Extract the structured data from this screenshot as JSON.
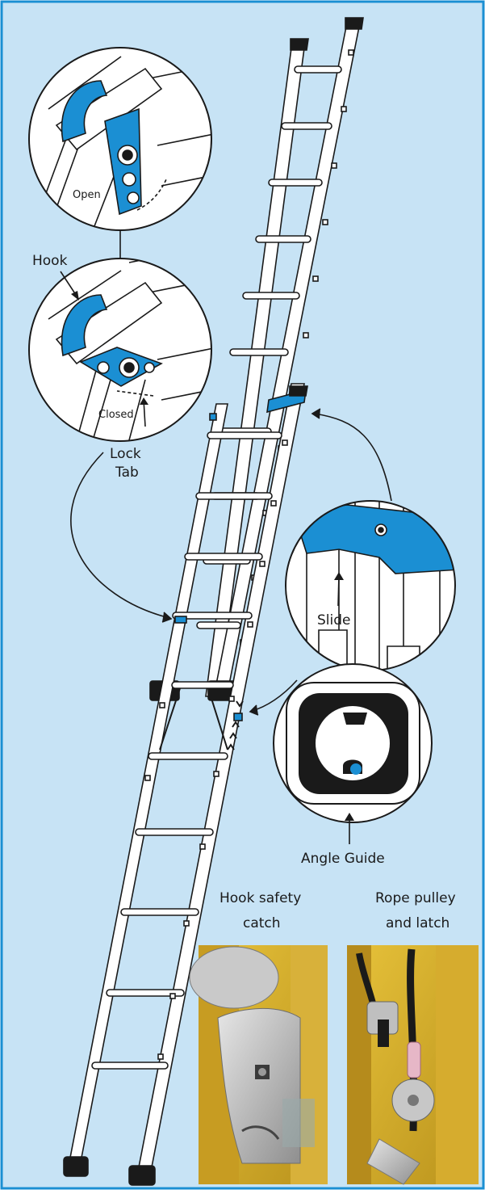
{
  "colors": {
    "background": "#c7e3f5",
    "accent": "#1b8fd3",
    "frame": "#1b8fd3",
    "outline": "#1a1a1a",
    "rail": "#ffffff"
  },
  "labels": {
    "open": "Open",
    "hook": "Hook",
    "closed": "Closed",
    "lock_tab_1": "Lock",
    "lock_tab_2": "Tab",
    "slide": "Slide",
    "angle_guide": "Angle Guide"
  },
  "photos": [
    {
      "caption_1": "Hook safety",
      "caption_2": "catch"
    },
    {
      "caption_1": "Rope pulley",
      "caption_2": "and latch"
    }
  ]
}
